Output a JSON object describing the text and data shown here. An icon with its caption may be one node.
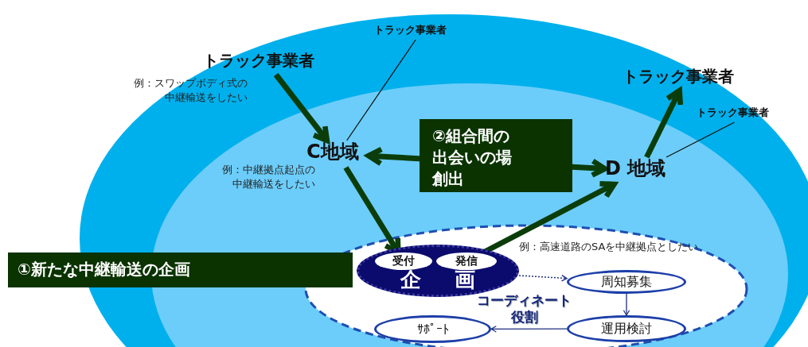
{
  "diagram": {
    "nodes": [
      {
        "text": [
          "トラック事業者"
        ],
        "beside": [
          "例：スワップボディ式の中継輸送をしたい"
        ]
      },
      {
        "text": [
          "C地域"
        ],
        "beside": [
          "例：中継拠点起点の中継輸送をしたい"
        ]
      },
      {
        "text": [
          "トラック事業者"
        ]
      },
      {
        "text": [
          "トラック事業者"
        ]
      },
      {
        "text": [
          "D 地域"
        ]
      },
      {
        "text": [
          "トラック事業者"
        ]
      },
      {
        "text": [
          "①新たな中継輸送の企画"
        ]
      },
      {
        "text": [],
        "shape": "ellipse"
      },
      {
        "text": [
          "企画"
        ],
        "in": 7
      },
      {
        "text": [
          "受付"
        ],
        "in": 8
      },
      {
        "text": [
          "発信"
        ],
        "in": 8
      },
      {
        "text": [
          "周知募集"
        ],
        "in": 7
      },
      {
        "text": [
          "運用検討"
        ],
        "in": 7
      },
      {
        "text": [
          "ｻﾎﾟｰﾄ"
        ],
        "in": 7
      }
    ],
    "edges": [
      {
        "from": 0,
        "to": 1,
        "arrow": "to",
        "style": "thick",
        "color": "#0b3d0b"
      },
      {
        "from": 2,
        "to": 1,
        "arrow": "none"
      },
      {
        "from": 1,
        "to": 4,
        "arrow": "both",
        "label": "②組合間の出会いの場創出",
        "style": "thick",
        "color": "#0b3d0b"
      },
      {
        "from": 1,
        "to": 9,
        "arrow": "to",
        "style": "thick",
        "color": "#0b3d0b"
      },
      {
        "from": 10,
        "to": 4,
        "arrow": "to",
        "style": "thick",
        "color": "#0b3d0b"
      },
      {
        "from": 4,
        "to": 3,
        "arrow": "to",
        "style": "thick",
        "color": "#0b3d0b"
      },
      {
        "from": 5,
        "to": 4,
        "arrow": "none"
      },
      {
        "from": 8,
        "to": 11,
        "arrow": "to",
        "style": "dashed",
        "color": "#1f2f80"
      },
      {
        "from": 11,
        "to": 12,
        "arrow": "to",
        "color": "#1f2f80"
      },
      {
        "from": 12,
        "to": 13,
        "arrow": "to",
        "color": "#1f2f80"
      }
    ],
    "labels": [
      "例：高速道路のSAを中継拠点としたい",
      "コーディネート役割"
    ]
  }
}
